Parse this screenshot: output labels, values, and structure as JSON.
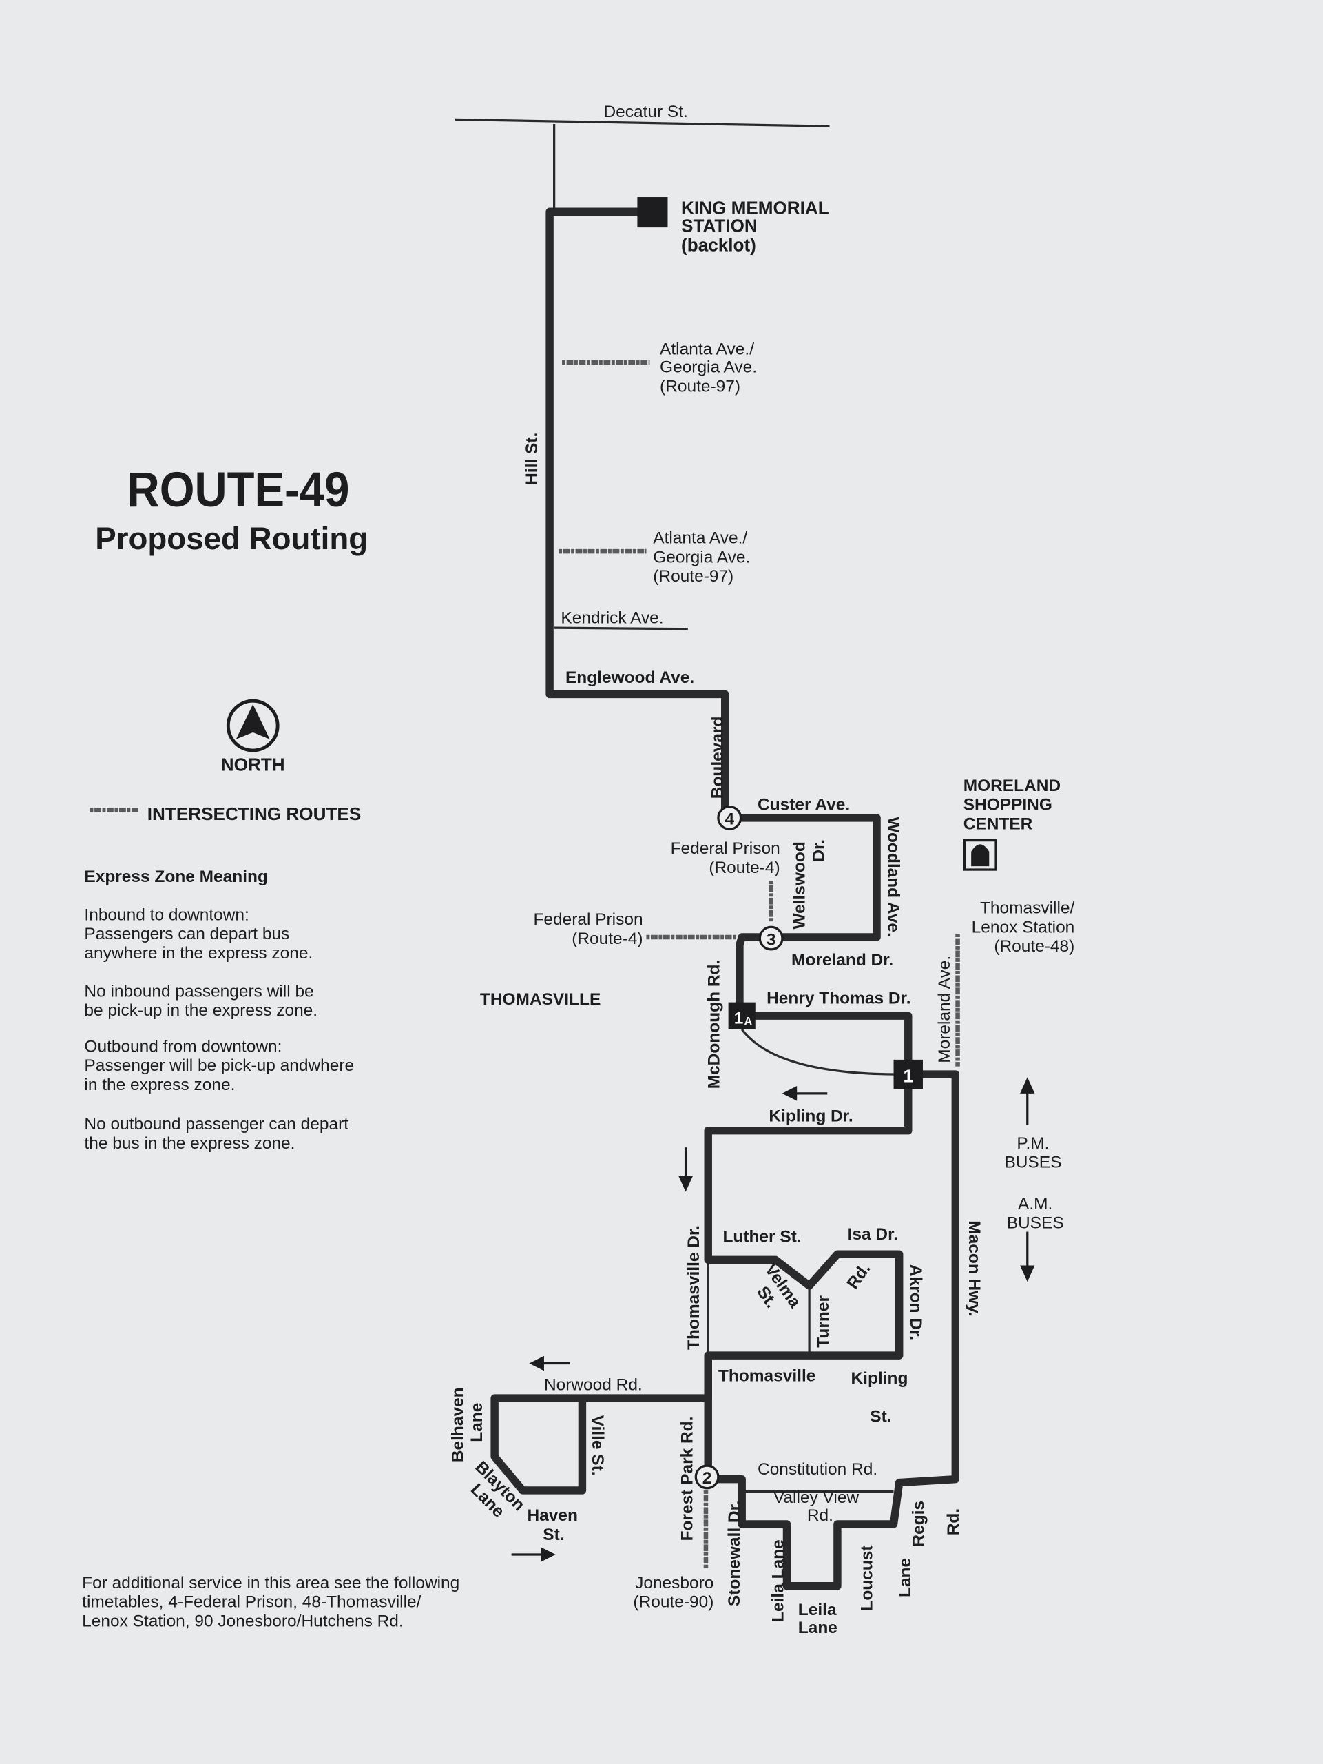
{
  "title": "ROUTE-49",
  "subtitle": "Proposed Routing",
  "north_label": "NORTH",
  "legend_label": "INTERSECTING ROUTES",
  "express": {
    "heading": "Express Zone Meaning",
    "paragraphs": [
      [
        "Inbound to downtown:",
        "Passengers can depart bus",
        "anywhere in the express zone."
      ],
      [
        "No inbound passengers will be",
        "be pick-up in the express zone."
      ],
      [
        "Outbound from downtown:",
        "Passenger will be pick-up andwhere",
        "in the express zone."
      ],
      [
        "No outbound passenger can depart",
        "the bus in the express zone."
      ]
    ]
  },
  "footer": [
    "For additional service in this area see the following",
    "timetables, 4-Federal Prison, 48-Thomasville/",
    "Lenox Station, 90 Jonesboro/Hutchens Rd."
  ],
  "streets": {
    "decatur": "Decatur St.",
    "hill": "Hill St.",
    "kendrick": "Kendrick Ave.",
    "englewood": "Englewood Ave.",
    "boulevard": "Boulevard",
    "custer": "Custer Ave.",
    "wellswood": [
      "Wellswood",
      "Dr."
    ],
    "woodland": "Woodland Ave.",
    "moreland_dr": "Moreland Dr.",
    "mcdonough": "McDonough Rd.",
    "henry_thomas": "Henry Thomas  Dr.",
    "moreland_ave": "Moreland Ave.",
    "kipling_dr": "Kipling Dr.",
    "thomasville_dr": "Thomasville Dr.",
    "luther": "Luther St.",
    "isa": "Isa Dr.",
    "velma": [
      "Velma",
      "St."
    ],
    "turner": "Turner",
    "rd": "Rd.",
    "akron": "Akron Dr.",
    "macon": "Macon Hwy.",
    "thomasville": "Thomasville",
    "kipling": "Kipling",
    "st": "St.",
    "norwood": "Norwood  Rd.",
    "belhaven": [
      "Belhaven",
      "Lane"
    ],
    "ville": "Ville St.",
    "blayton": [
      "Blayton",
      "Lane"
    ],
    "haven": [
      "Haven",
      "St."
    ],
    "forest_park": "Forest Park Rd.",
    "constitution": "Constitution Rd.",
    "valley_view": [
      "Valley View",
      "Rd."
    ],
    "stonewall": "Stonewall Dr.",
    "leila_lane_v": "Leila Lane",
    "leila_lane_h": [
      "Leila",
      "Lane"
    ],
    "loucust": "Loucust",
    "lane": "Lane",
    "regis": "Regis",
    "regis_rd": "Rd."
  },
  "places": {
    "king": [
      "KING MEMORIAL",
      "STATION",
      "(backlot)"
    ],
    "atlanta1": [
      "Atlanta Ave./",
      "Georgia Ave.",
      "(Route-97)"
    ],
    "atlanta2": [
      "Atlanta Ave./",
      "Georgia Ave.",
      "(Route-97)"
    ],
    "fed1": [
      "Federal Prison",
      "(Route-4)"
    ],
    "fed2": [
      "Federal Prison",
      "(Route-4)"
    ],
    "moreland_sc": [
      "MORELAND",
      "SHOPPING",
      "CENTER"
    ],
    "thomasville_lenox": [
      "Thomasville/",
      "Lenox Station",
      "(Route-48)"
    ],
    "thomasville_area": "THOMASVILLE",
    "jonesboro": [
      "Jonesboro",
      "(Route-90)"
    ]
  },
  "buses": {
    "pm": [
      "P.M.",
      "BUSES"
    ],
    "am": [
      "A.M.",
      "BUSES"
    ]
  },
  "stops": {
    "s4": "4",
    "s3": "3",
    "s1a": "1",
    "s1a_sub": "A",
    "s1": "1",
    "s2": "2"
  }
}
